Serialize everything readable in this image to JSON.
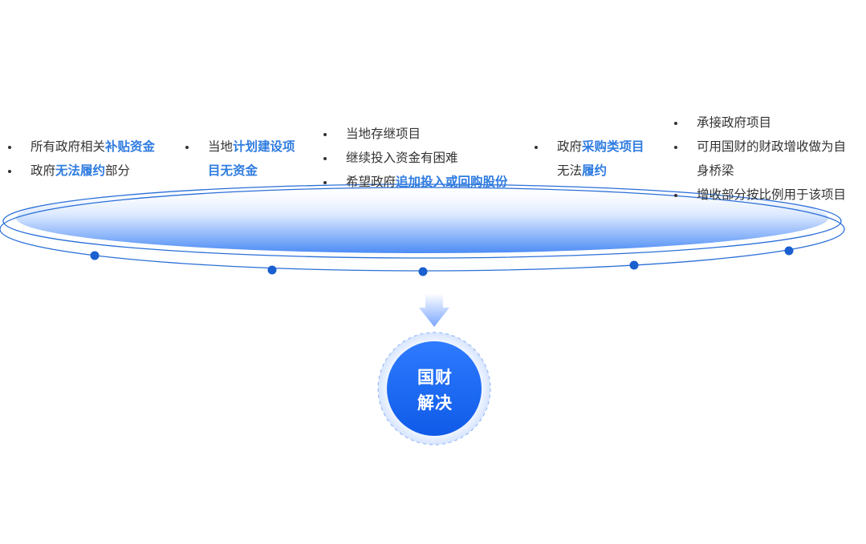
{
  "groups": [
    {
      "items": [
        {
          "parts": [
            {
              "t": "所有政府相关"
            },
            {
              "t": "补贴资金",
              "hl": true
            }
          ]
        },
        {
          "parts": [
            {
              "t": "政府"
            },
            {
              "t": "无法履约",
              "hl": true
            },
            {
              "t": "部分"
            }
          ]
        }
      ]
    },
    {
      "items": [
        {
          "parts": [
            {
              "t": "当地"
            },
            {
              "t": "计划建设项",
              "hl": true
            }
          ],
          "cont": [
            {
              "t": "目无资金",
              "hl": true
            }
          ]
        }
      ]
    },
    {
      "items": [
        {
          "parts": [
            {
              "t": "当地存继项目"
            }
          ]
        },
        {
          "parts": [
            {
              "t": "继续投入资金有困难"
            }
          ]
        },
        {
          "parts": [
            {
              "t": "希望政府"
            },
            {
              "t": "追加投入或回购股份",
              "hl": true
            }
          ]
        }
      ]
    },
    {
      "items": [
        {
          "parts": [
            {
              "t": "政府"
            },
            {
              "t": "采购类项目",
              "hl": true
            }
          ],
          "cont": [
            {
              "t": "无法"
            },
            {
              "t": "履约",
              "hl": true
            }
          ]
        }
      ]
    },
    {
      "items": [
        {
          "parts": [
            {
              "t": "承接政府项目"
            }
          ]
        },
        {
          "parts": [
            {
              "t": "可用国财的财政增收做为自"
            }
          ],
          "cont": [
            {
              "t": "身桥梁"
            }
          ]
        },
        {
          "parts": [
            {
              "t": "增收部分按比例用于该项目"
            }
          ]
        }
      ]
    }
  ],
  "hub": {
    "line1": "国财",
    "line2": "解决"
  },
  "colors": {
    "accent": "#2f7ce0",
    "dot": "#1a5fd0",
    "ring": "#2a6fd8",
    "hub_top": "#2e7bff",
    "hub_bottom": "#0f5be8"
  }
}
